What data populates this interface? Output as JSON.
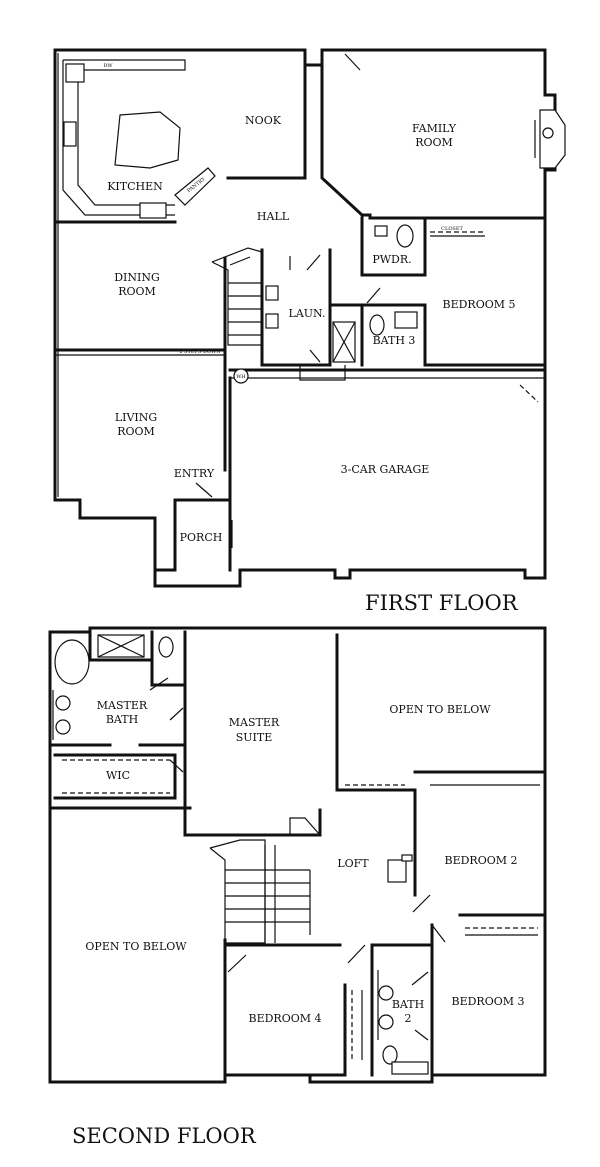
{
  "first_floor": {
    "title": "FIRST FLOOR",
    "rooms": {
      "nook": "NOOK",
      "family_room_1": "FAMILY",
      "family_room_2": "ROOM",
      "kitchen": "KITCHEN",
      "hall": "HALL",
      "dining_1": "DINING",
      "dining_2": "ROOM",
      "pwdr": "PWDR.",
      "bedroom5": "BEDROOM 5",
      "laun": "LAUN.",
      "bath3": "BATH 3",
      "living_1": "LIVING",
      "living_2": "ROOM",
      "entry": "ENTRY",
      "garage": "3-CAR GARAGE",
      "porch": "PORCH"
    },
    "fixtures": {
      "dw": "DW",
      "pantry": "PANTRY",
      "closet": "CLOSET",
      "wh": "WH",
      "steps": "2 STEPS DOWN"
    }
  },
  "second_floor": {
    "title": "SECOND FLOOR",
    "rooms": {
      "master_bath_1": "MASTER",
      "master_bath_2": "BATH",
      "master_suite_1": "MASTER",
      "master_suite_2": "SUITE",
      "wic": "WIC",
      "open_below_1": "OPEN TO BELOW",
      "open_below_2": "OPEN TO BELOW",
      "loft": "LOFT",
      "bedroom2": "BEDROOM 2",
      "bedroom3": "BEDROOM 3",
      "bedroom4": "BEDROOM 4",
      "bath2_1": "BATH",
      "bath2_2": "2"
    }
  }
}
